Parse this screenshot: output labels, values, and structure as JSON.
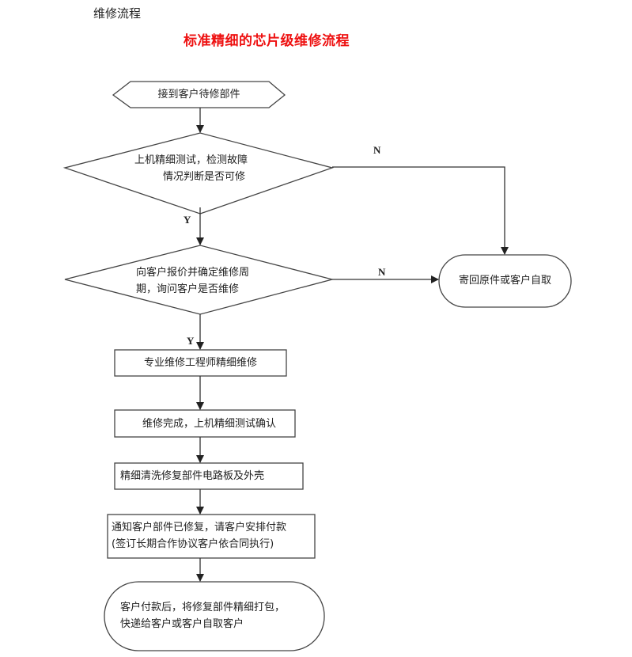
{
  "document": {
    "heading": "维修流程",
    "title": "标准精细的芯片级维修流程",
    "title_color": "#ee1111"
  },
  "flowchart": {
    "nodes": [
      {
        "id": "start",
        "shape": "hexagon",
        "text": "接到客户待修部件"
      },
      {
        "id": "test-decision",
        "shape": "diamond",
        "lines": [
          "上机精细测试，检测故障",
          "情况判断是否可修"
        ]
      },
      {
        "id": "quote-decision",
        "shape": "diamond",
        "lines": [
          "向客户报价并确定维修周",
          "期，询问客户是否维修"
        ]
      },
      {
        "id": "return-terminal",
        "shape": "rounded",
        "text": "寄回原件或客户自取"
      },
      {
        "id": "repair",
        "shape": "rect",
        "text": "专业维修工程师精细维修"
      },
      {
        "id": "verify",
        "shape": "rect",
        "text": "维修完成，上机精细测试确认"
      },
      {
        "id": "clean",
        "shape": "rect",
        "text": "精细清洗修复部件电路板及外壳"
      },
      {
        "id": "notify",
        "shape": "rect",
        "lines": [
          "通知客户部件已修复，请客户安排付款",
          "(签订长期合作协议客户依合同执行)"
        ]
      },
      {
        "id": "deliver-terminal",
        "shape": "rounded",
        "lines": [
          "客户付款后，将修复部件精细打包，",
          "快递给客户或客户自取客户"
        ]
      }
    ],
    "edge_labels": {
      "test_no": "N",
      "test_yes": "Y",
      "quote_no": "N",
      "quote_yes": "Y"
    },
    "edges": [
      {
        "from": "start",
        "to": "test-decision"
      },
      {
        "from": "test-decision",
        "to": "return-terminal",
        "label": "N"
      },
      {
        "from": "test-decision",
        "to": "quote-decision",
        "label": "Y"
      },
      {
        "from": "quote-decision",
        "to": "return-terminal",
        "label": "N"
      },
      {
        "from": "quote-decision",
        "to": "repair",
        "label": "Y"
      },
      {
        "from": "repair",
        "to": "verify"
      },
      {
        "from": "verify",
        "to": "clean"
      },
      {
        "from": "clean",
        "to": "notify"
      },
      {
        "from": "notify",
        "to": "deliver-terminal"
      }
    ]
  }
}
